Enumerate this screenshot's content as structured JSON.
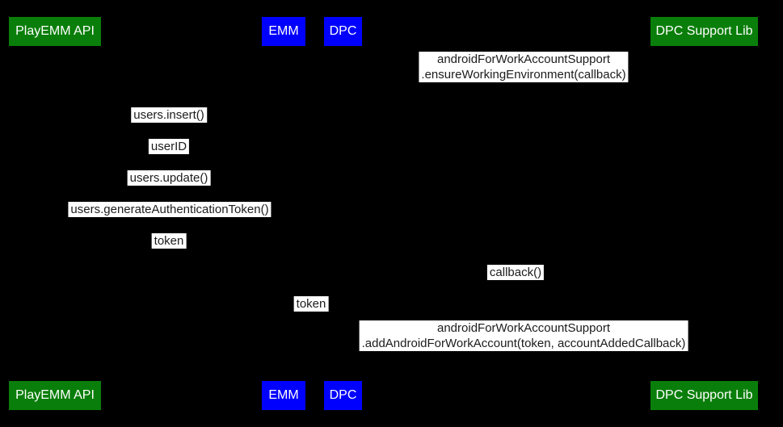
{
  "colors": {
    "background": "#000000",
    "actor_green": "#0a7e0a",
    "actor_blue": "#0000fe",
    "label_background": "#ffffff",
    "label_text": "#1c1c1c",
    "actor_text": "#ffffff"
  },
  "actors": [
    {
      "label": "PlayEMM API",
      "color": "#0a7e0a"
    },
    {
      "label": "EMM",
      "color": "#0000fe"
    },
    {
      "label": "DPC",
      "color": "#0000fe"
    },
    {
      "label": "DPC Support Lib",
      "color": "#0a7e0a"
    }
  ],
  "messages": [
    {
      "line1": "androidForWorkAccountSupport",
      "line2": ".ensureWorkingEnvironment(callback)"
    },
    {
      "line1": "users.insert()"
    },
    {
      "line1": "userID"
    },
    {
      "line1": "users.update()"
    },
    {
      "line1": "users.generateAuthenticationToken()"
    },
    {
      "line1": "token"
    },
    {
      "line1": "callback()"
    },
    {
      "line1": "token"
    },
    {
      "line1": "androidForWorkAccountSupport",
      "line2": ".addAndroidForWorkAccount(token, accountAddedCallback)"
    }
  ]
}
